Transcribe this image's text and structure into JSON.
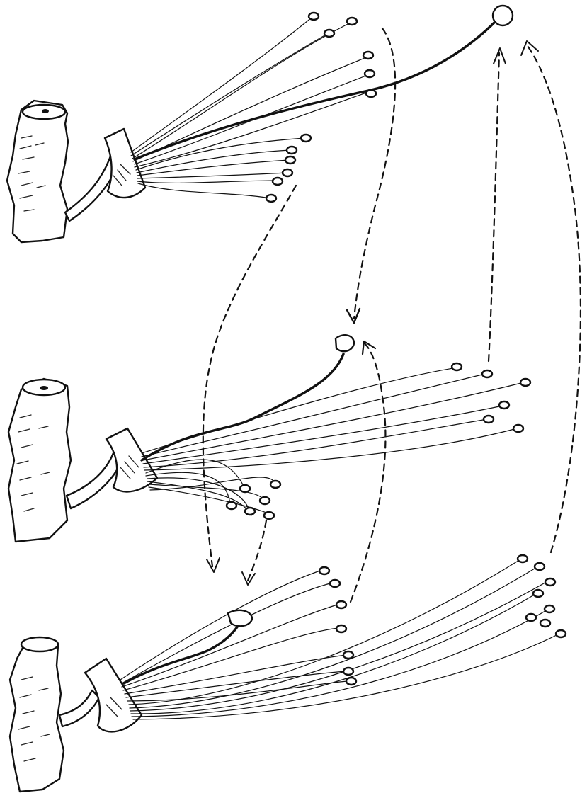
{
  "figure": {
    "description_visible_text": "",
    "ink_color": "#111111",
    "paper_color": "#ffffff",
    "flowers": [
      {
        "id": "flower-1"
      },
      {
        "id": "flower-2"
      },
      {
        "id": "flower-3"
      }
    ]
  }
}
